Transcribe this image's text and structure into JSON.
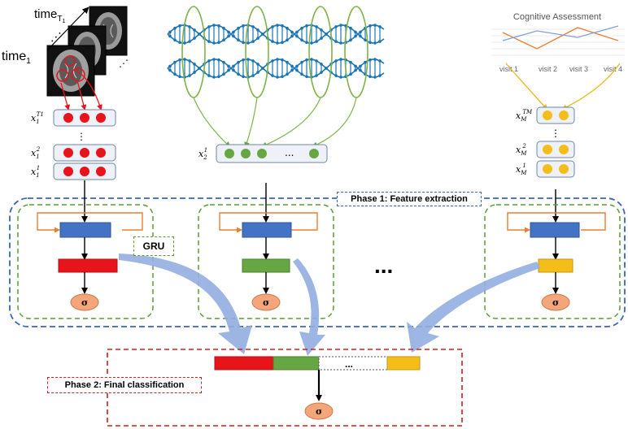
{
  "time": {
    "first": "time",
    "first_sub": "1",
    "last": "time",
    "last_sub": "T",
    "last_subsub": "1"
  },
  "cognitive": {
    "title": "Cognitive Assessment",
    "visits": [
      "visit 1",
      "visit 2",
      "visit 3",
      "visit 4"
    ]
  },
  "vectors": {
    "brain": [
      {
        "base": "x",
        "sub": "1",
        "sup": "T1"
      },
      {
        "base": "x",
        "sub": "1",
        "sup": "2"
      },
      {
        "base": "x",
        "sub": "1",
        "sup": "1"
      }
    ],
    "gene": {
      "base": "x",
      "sub": "2",
      "sup": "1"
    },
    "cog": [
      {
        "base": "x",
        "sub": "M",
        "sup": "TM"
      },
      {
        "base": "x",
        "sub": "M",
        "sup": "2"
      },
      {
        "base": "x",
        "sub": "M",
        "sup": "1"
      }
    ]
  },
  "labels": {
    "phase1": "Phase 1: Feature extraction",
    "phase2": "Phase 2: Final classification",
    "gru": "GRU",
    "sigma": "σ",
    "ellipsis": "..."
  },
  "colors": {
    "brain": "#e8141b",
    "gene": "#67a743",
    "cog": "#f4bd1a",
    "gru_box": "#4472c4",
    "sigma": "#f4a67a",
    "phase1_border": "#3a66b5",
    "phase2_border": "#c82020",
    "module_border": "#5e9a35",
    "dna": "#1a75b6",
    "arrow_fill": "#92aee0",
    "loop": "#ed7d31"
  }
}
